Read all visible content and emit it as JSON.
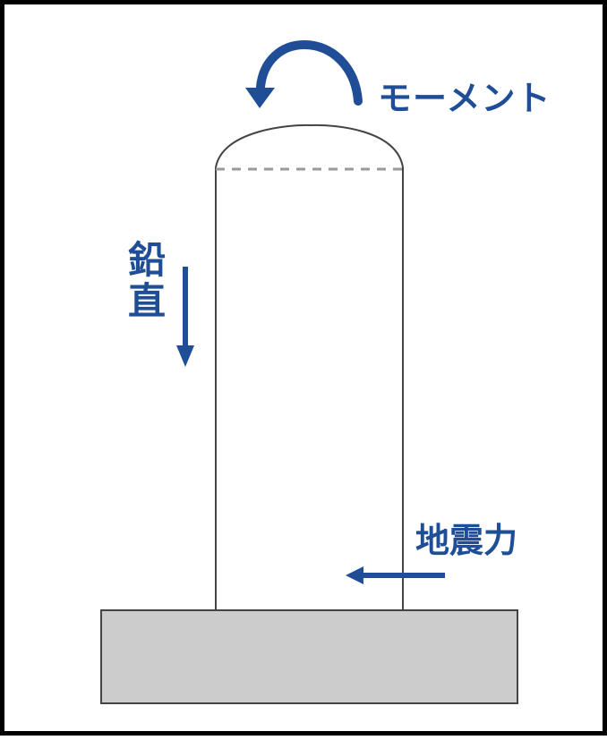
{
  "labels": {
    "moment": "モーメント",
    "vertical_char_1": "鉛",
    "vertical_char_2": "直",
    "seismic_force": "地震力"
  },
  "colors": {
    "arrow_blue": "#1f4e97",
    "outline": "#444444",
    "dashed": "#9a9a9a",
    "base_fill": "#cccccc",
    "frame": "#000000"
  },
  "icons": {
    "moment": "curved-arrow-icon",
    "vertical": "down-arrow-icon",
    "seismic": "left-arrow-icon"
  }
}
